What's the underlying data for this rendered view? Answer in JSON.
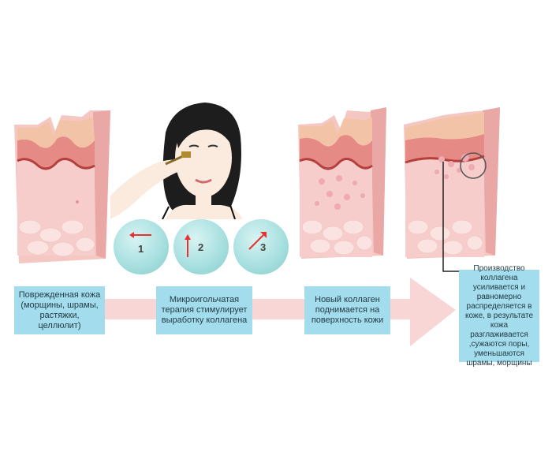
{
  "labels": {
    "damaged": "Поврежденная кожа (морщины, шрамы, растяжки, целлюлит)",
    "therapy": "Микроигольчатая терапия стимулирует выработку коллагена",
    "new_collagen": "Новый коллаген поднимается на поверхность кожи",
    "result": "Производство коллагена усиливается и равномерно распределяется в коже, в результате кожа разглаживается ,сужаются поры, уменьшаются шрамы, морщины"
  },
  "steps": [
    "1",
    "2",
    "3"
  ],
  "colors": {
    "label_bg": "#a3dcec",
    "arrow": "#f7cfcf",
    "skin_top": "#f3c7ad",
    "skin_body": "#f1b7b7",
    "dermis": "#e37e7a",
    "step_circle": "#a9e0e0",
    "step_arrow": "#e8312f"
  }
}
